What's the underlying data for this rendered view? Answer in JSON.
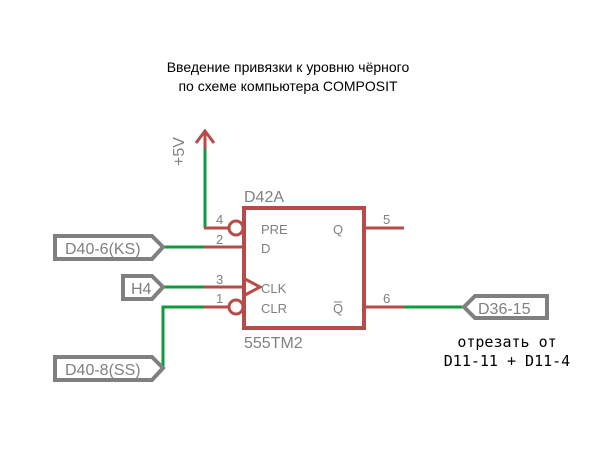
{
  "title": {
    "line1": "Введение привязки к уровню чёрного",
    "line2": "по схеме компьютера COMPOSIT"
  },
  "colors": {
    "net": "#0f9a3c",
    "part": "#b84a4a",
    "label": "#808080",
    "text": "#000000",
    "background": "#ffffff"
  },
  "power": {
    "label": "+5V",
    "icon": "power-arrow-icon"
  },
  "part": {
    "name": "D42A",
    "value": "555TM2",
    "pins": {
      "pre": {
        "number": "4",
        "label": "PRE"
      },
      "d": {
        "number": "2",
        "label": "D"
      },
      "clk": {
        "number": "3",
        "label": "CLK"
      },
      "clr": {
        "number": "1",
        "label": "CLR"
      },
      "q": {
        "number": "5",
        "label": "Q"
      },
      "qn": {
        "number": "6",
        "label": "Q"
      }
    }
  },
  "net_labels": {
    "d40_6": "D40-6(KS)",
    "h4": "H4",
    "d40_8": "D40-8(SS)",
    "d36_15": "D36-15"
  },
  "note": {
    "line1": "отрезать от",
    "line2": "D11-11 + D11-4"
  }
}
